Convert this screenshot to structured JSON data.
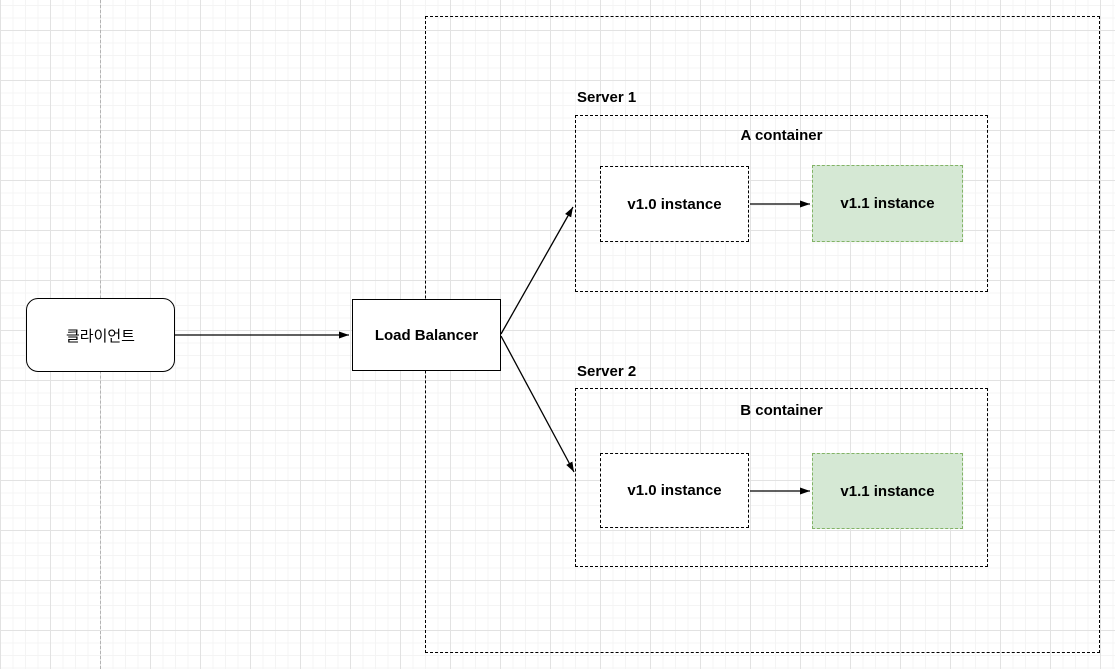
{
  "diagram": {
    "client": {
      "label": "클라이언트"
    },
    "load_balancer": {
      "label": "Load Balancer"
    },
    "server1": {
      "label": "Server 1",
      "container_label": "A container",
      "old_instance_label": "v1.0 instance",
      "new_instance_label": "v1.1 instance"
    },
    "server2": {
      "label": "Server 2",
      "container_label": "B container",
      "old_instance_label": "v1.0 instance",
      "new_instance_label": "v1.1 instance"
    },
    "colors": {
      "new_instance_fill": "#d5e8d4",
      "new_instance_border": "#82b366",
      "shape_stroke": "#000000",
      "grid_major": "#e2e2e2",
      "grid_minor": "#f4f4f4",
      "page_boundary": "#b3b3b3"
    }
  }
}
